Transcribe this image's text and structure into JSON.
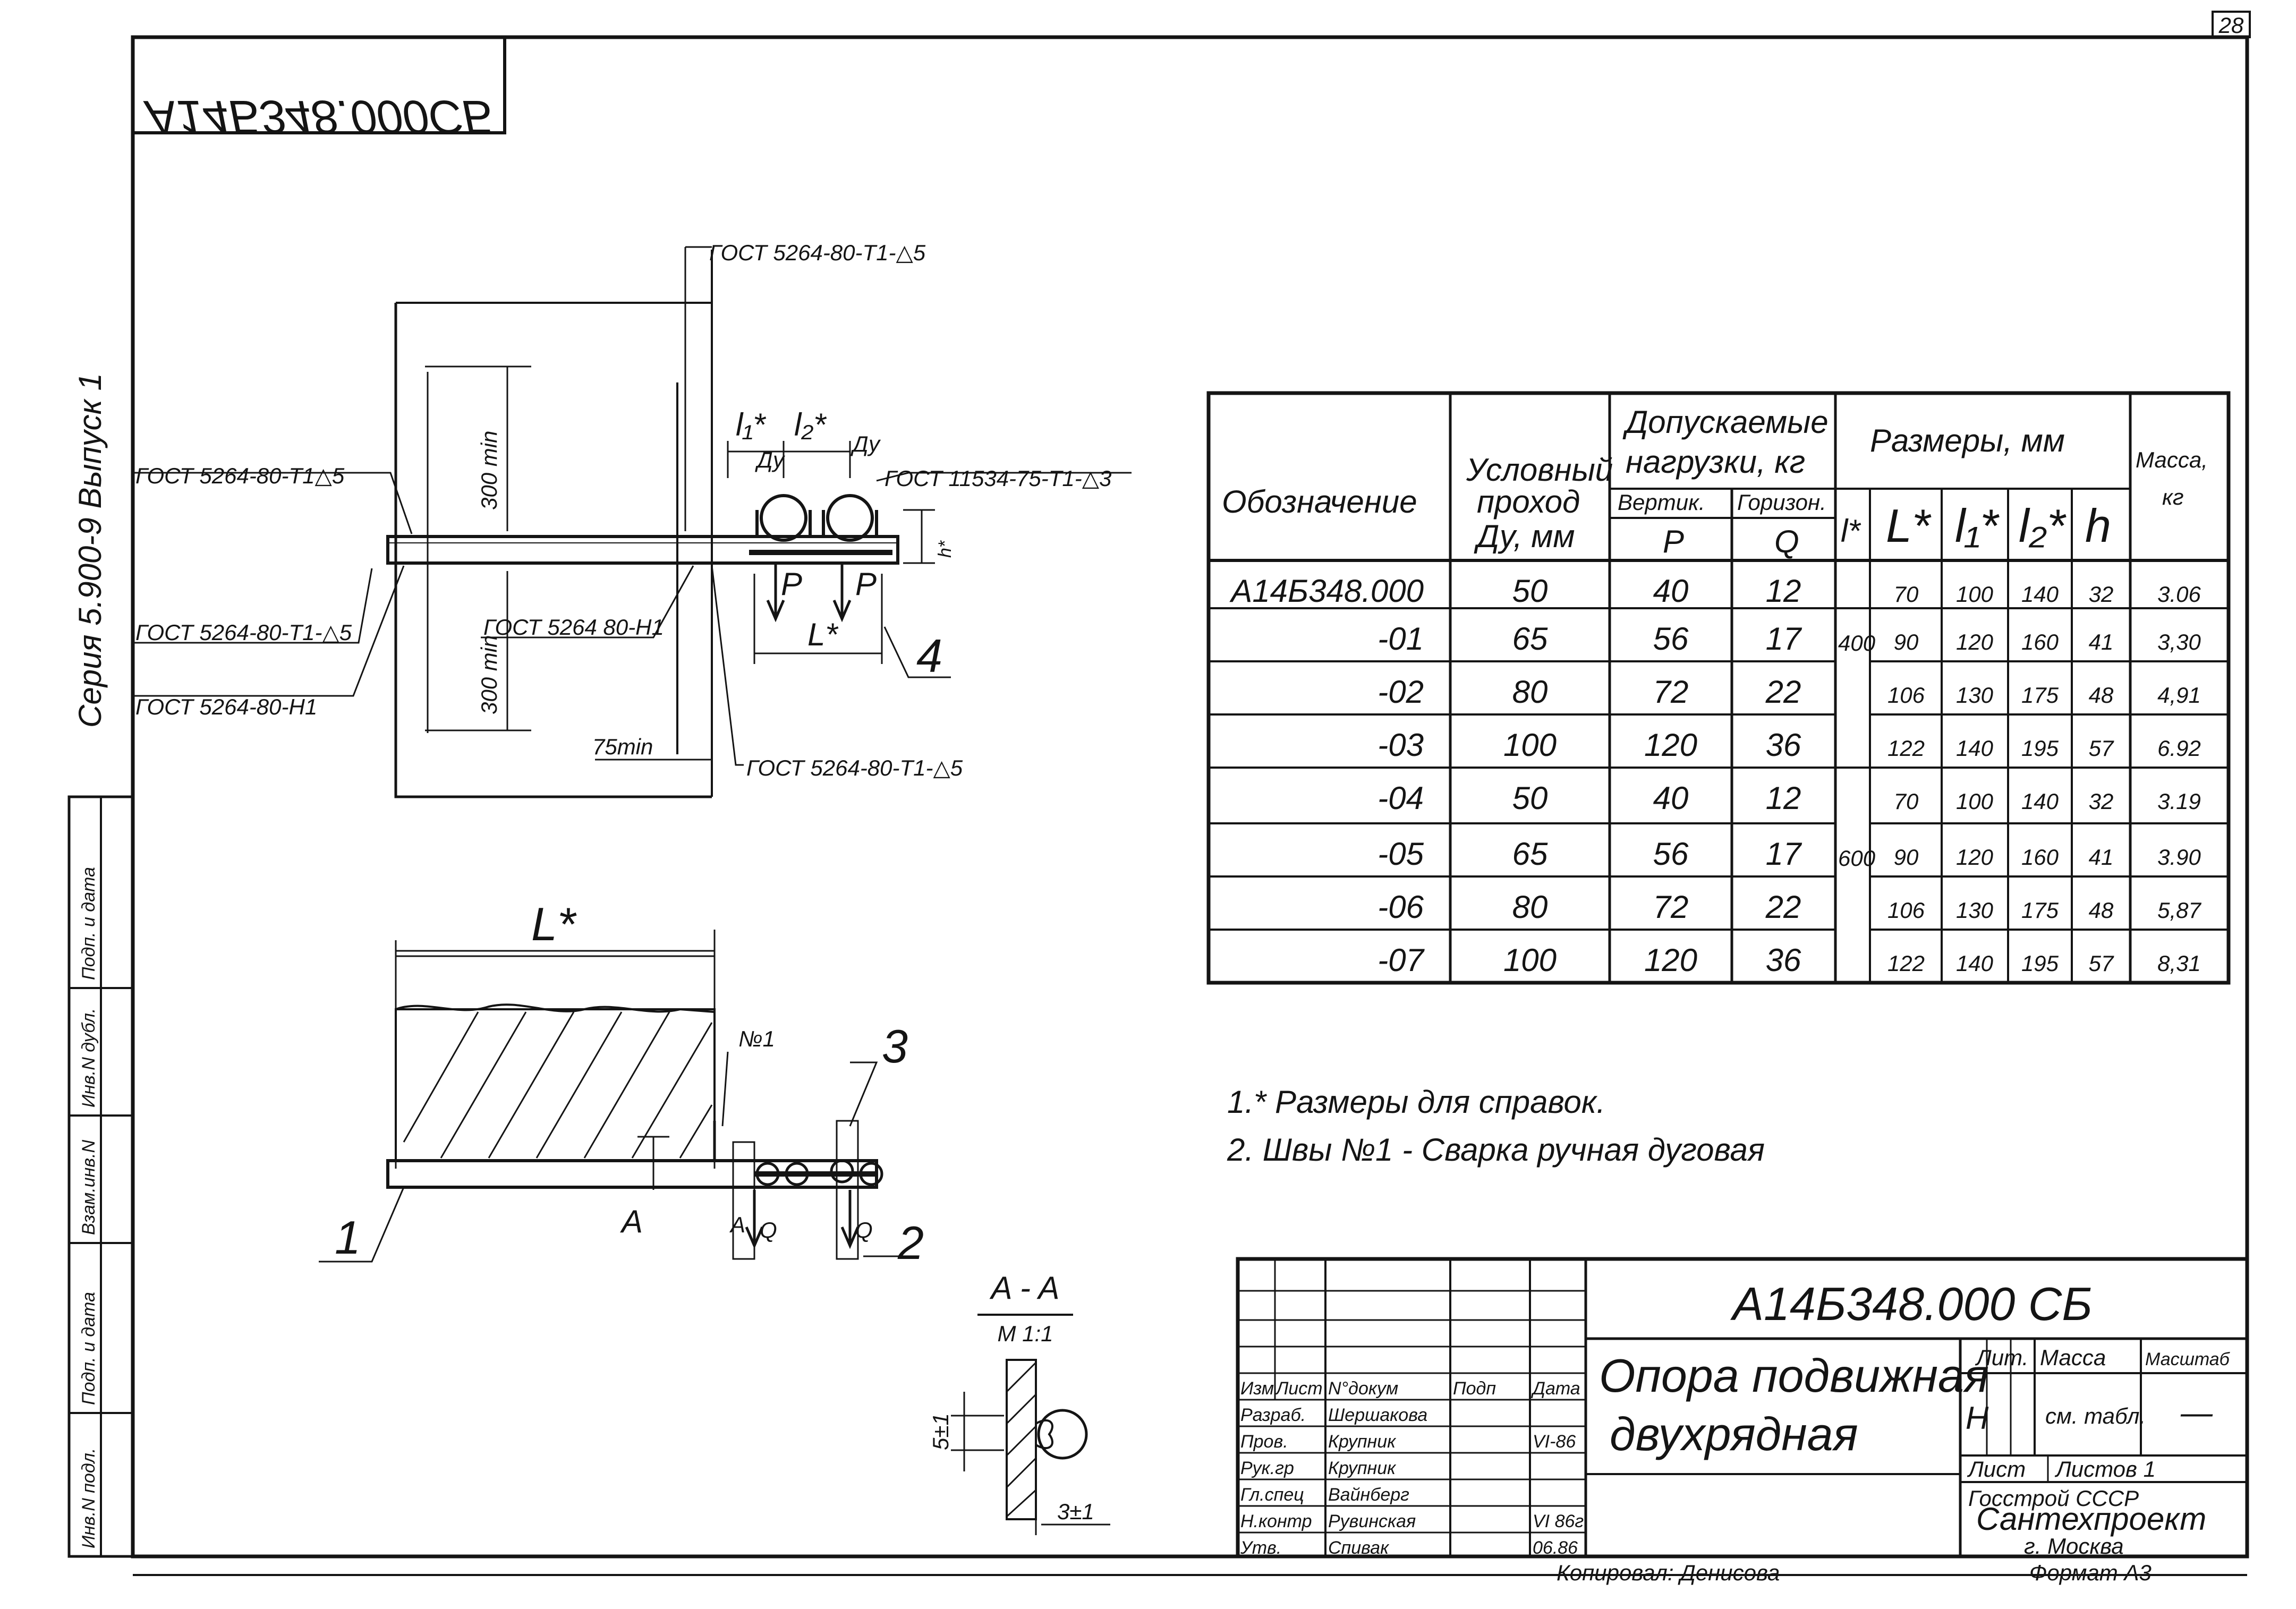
{
  "sheet_number": "28",
  "stamp_code_mirrored": "А14Б348.000СБ",
  "side_series": "Серия 5.900-9 Выпуск 1",
  "side_columns": [
    "Инв.N подл.",
    "Подп. и дата",
    "Взам.инв.N",
    "Инв.N дубл.",
    "Подп. и дата"
  ],
  "top_view": {
    "welds": {
      "top": "ГОСТ 5264-80-Т1-△5",
      "left_upper": "ГОСТ 5264-80-Т1△5",
      "left_middle": "ГОСТ 5264-80-Т1-△5",
      "left_lower": "ГОСТ 5264-80-Н1",
      "center": "ГОСТ 5264 80-Н1",
      "bottom": "ГОСТ 5264-80-Т1-△5",
      "clamp": "ГОСТ 11534-75-Т1-△3"
    },
    "dims": {
      "up": "300 min",
      "down": "300 min",
      "offset": "75min",
      "l1": "l₁*",
      "l2": "l₂*",
      "L": "L*",
      "h": "h*"
    },
    "clamp_labels": [
      "Ду",
      "Ду"
    ],
    "loads": [
      "P",
      "P"
    ],
    "callout": "4"
  },
  "side_view": {
    "length": "L*",
    "weld_mark": "№1",
    "section_mark_left": "A",
    "section_mark_right": "A",
    "loads": [
      "Q",
      "Q"
    ],
    "callouts": [
      "1",
      "2",
      "3"
    ]
  },
  "section_aa": {
    "title": "A - A",
    "scale": "М 1:1",
    "dim_v": "5±1",
    "dim_h": "3±1"
  },
  "table": {
    "headers": {
      "designation": "Обозначение",
      "nominal": [
        "Условный",
        "проход",
        "Ду, мм"
      ],
      "loads": [
        "Допускаемые",
        "нагрузки, кг"
      ],
      "vert": "Вертик.",
      "horiz": "Горизон.",
      "P": "P",
      "Q": "Q",
      "dims": "Размеры, мм",
      "l": "l*",
      "L": "L*",
      "l1": "l₁*",
      "l2": "l₂*",
      "h": "h",
      "mass": [
        "Масса,",
        "кг"
      ]
    },
    "groups": [
      "400",
      "600"
    ],
    "rows": [
      {
        "des": "А14Б348.000",
        "dy": "50",
        "p": "40",
        "q": "12",
        "L": "70",
        "l1": "100",
        "l2": "140",
        "h": "32",
        "m": "3.06"
      },
      {
        "des": "-01",
        "dy": "65",
        "p": "56",
        "q": "17",
        "L": "90",
        "l1": "120",
        "l2": "160",
        "h": "41",
        "m": "3,30"
      },
      {
        "des": "-02",
        "dy": "80",
        "p": "72",
        "q": "22",
        "L": "106",
        "l1": "130",
        "l2": "175",
        "h": "48",
        "m": "4,91"
      },
      {
        "des": "-03",
        "dy": "100",
        "p": "120",
        "q": "36",
        "L": "122",
        "l1": "140",
        "l2": "195",
        "h": "57",
        "m": "6.92"
      },
      {
        "des": "-04",
        "dy": "50",
        "p": "40",
        "q": "12",
        "L": "70",
        "l1": "100",
        "l2": "140",
        "h": "32",
        "m": "3.19"
      },
      {
        "des": "-05",
        "dy": "65",
        "p": "56",
        "q": "17",
        "L": "90",
        "l1": "120",
        "l2": "160",
        "h": "41",
        "m": "3.90"
      },
      {
        "des": "-06",
        "dy": "80",
        "p": "72",
        "q": "22",
        "L": "106",
        "l1": "130",
        "l2": "175",
        "h": "48",
        "m": "5,87"
      },
      {
        "des": "-07",
        "dy": "100",
        "p": "120",
        "q": "36",
        "L": "122",
        "l1": "140",
        "l2": "195",
        "h": "57",
        "m": "8,31"
      }
    ]
  },
  "notes": [
    "1.* Размеры для справок.",
    "2. Швы №1 - Сварка ручная дуговая"
  ],
  "title_block": {
    "code": "А14Б348.000 СБ",
    "name": [
      "Опора подвижная",
      "двухрядная"
    ],
    "head": [
      "Изм",
      "Лист",
      "N°докум",
      "Подп",
      "Дата"
    ],
    "people": [
      {
        "role": "Разраб.",
        "name": "Шершакова",
        "sig": ""
      },
      {
        "role": "Пров.",
        "name": "Крупник",
        "sig": ""
      },
      {
        "role": "Рук.гр",
        "name": "Крупник",
        "sig": ""
      },
      {
        "role": "Гл.спец",
        "name": "Вайнберг",
        "sig": ""
      },
      {
        "role": "Н.контр",
        "name": "Рувинская",
        "sig": ""
      },
      {
        "role": "Утв.",
        "name": "Спивак",
        "sig": ""
      }
    ],
    "dates": [
      "VI-86",
      "VI 86г",
      "06.86"
    ],
    "lit_head": "Лит.",
    "mass_head": "Масса",
    "scale_head": "Масштаб",
    "lit": "Н",
    "mass": "см. табл.",
    "scale": "—",
    "sheet": "Лист",
    "sheets": "Листов 1",
    "org": [
      "Госстрой СССР",
      "Сантехпроект",
      "г. Москва"
    ]
  },
  "footer": {
    "copied": "Копировал: Денисова",
    "format": "Формат А3"
  }
}
